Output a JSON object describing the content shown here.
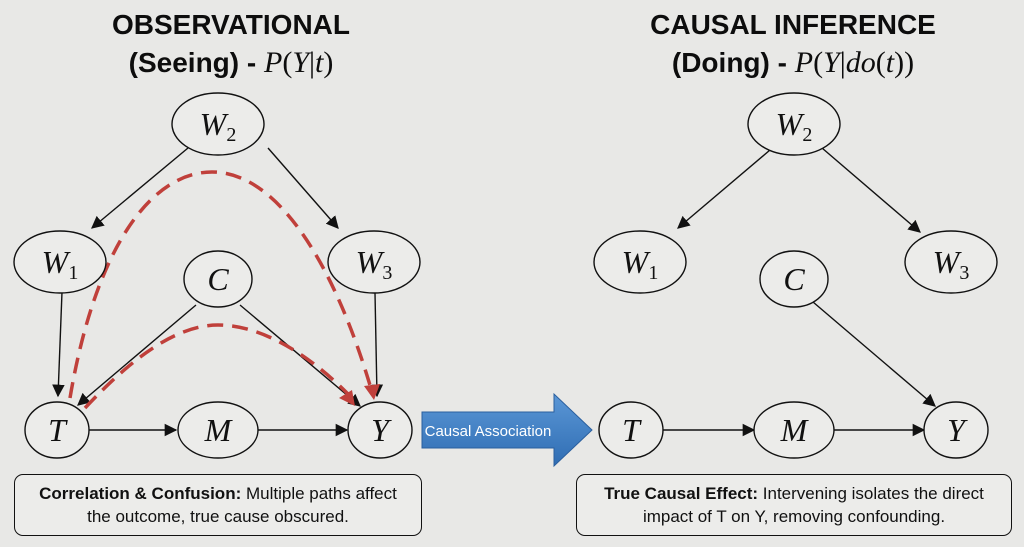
{
  "left_panel": {
    "title_line1": "OBSERVATIONAL",
    "title_line2_prefix": "(Seeing) - ",
    "formula": {
      "p": "P",
      "open": "(",
      "y": "Y",
      "bar": "|",
      "t": "t",
      "close": ")"
    },
    "nodes": {
      "W2": {
        "letter": "W",
        "sub": "2"
      },
      "W1": {
        "letter": "W",
        "sub": "1"
      },
      "W3": {
        "letter": "W",
        "sub": "3"
      },
      "C": {
        "letter": "C"
      },
      "T": {
        "letter": "T"
      },
      "M": {
        "letter": "M"
      },
      "Y": {
        "letter": "Y"
      }
    },
    "caption_bold": "Correlation & Confusion:",
    "caption_rest": " Multiple paths affect the outcome, true cause obscured."
  },
  "right_panel": {
    "title_line1": "CAUSAL INFERENCE",
    "title_line2_prefix": "(Doing) - ",
    "formula": {
      "p": "P",
      "open": "(",
      "y": "Y",
      "bar": "|",
      "do": "do",
      "open2": "(",
      "t": "t",
      "close": "))"
    },
    "nodes": {
      "W2": {
        "letter": "W",
        "sub": "2"
      },
      "W1": {
        "letter": "W",
        "sub": "1"
      },
      "W3": {
        "letter": "W",
        "sub": "3"
      },
      "C": {
        "letter": "C"
      },
      "T": {
        "letter": "T"
      },
      "M": {
        "letter": "M"
      },
      "Y": {
        "letter": "Y"
      }
    },
    "caption_bold": "True Causal Effect:",
    "caption_rest": " Intervening isolates the direct impact of T on Y, removing confounding."
  },
  "center_arrow": {
    "label": "Causal Association",
    "color": "#3f7fc4"
  },
  "colors": {
    "background": "#e8e8e6",
    "backdoor_path": "#c0403b",
    "edge": "#111111"
  }
}
